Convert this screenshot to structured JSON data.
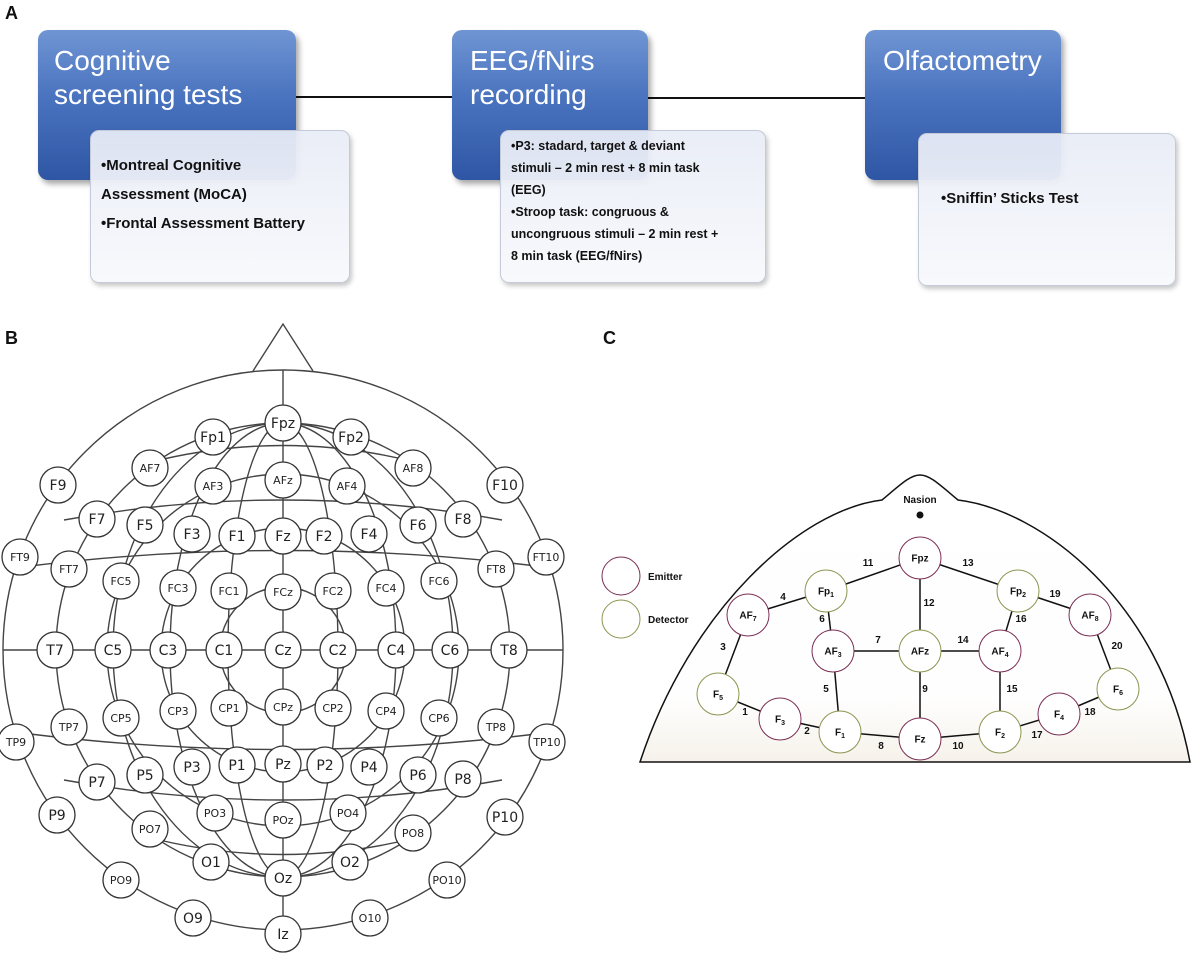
{
  "panels": {
    "a": "A",
    "b": "B",
    "c": "C"
  },
  "flow": [
    {
      "title": "Cognitive screening tests",
      "items": [
        "•Montreal Cognitive",
        "Assessment (MoCA)",
        "•Frontal Assessment Battery"
      ]
    },
    {
      "title": "EEG/fNirs recording",
      "items": [
        "•P3: stadard, target & deviant",
        "stimuli – 2 min rest + 8 min task",
        "(EEG)",
        "•Stroop task: congruous &",
        "uncongruous stimuli – 2 min rest +",
        "8 min task (EEG/fNirs)"
      ]
    },
    {
      "title": "Olfactometry",
      "items": [
        "•Sniffin’ Sticks Test"
      ]
    }
  ],
  "eeg": {
    "electrodes": [
      "Fp1",
      "Fpz",
      "Fp2",
      "AF7",
      "AF3",
      "AFz",
      "AF4",
      "AF8",
      "F9",
      "F7",
      "F5",
      "F3",
      "F1",
      "Fz",
      "F2",
      "F4",
      "F6",
      "F8",
      "F10",
      "FT9",
      "FT7",
      "FC5",
      "FC3",
      "FC1",
      "FCz",
      "FC2",
      "FC4",
      "FC6",
      "FT8",
      "FT10",
      "T7",
      "C5",
      "C3",
      "C1",
      "Cz",
      "C2",
      "C4",
      "C6",
      "T8",
      "TP9",
      "TP7",
      "CP5",
      "CP3",
      "CP1",
      "CPz",
      "CP2",
      "CP4",
      "CP6",
      "TP8",
      "TP10",
      "P9",
      "P7",
      "P5",
      "P3",
      "P1",
      "Pz",
      "P2",
      "P4",
      "P6",
      "P8",
      "P10",
      "PO7",
      "PO3",
      "POz",
      "PO4",
      "PO8",
      "PO9",
      "O1",
      "Oz",
      "O2",
      "PO10",
      "O9",
      "Iz",
      "O10"
    ]
  },
  "fnirs": {
    "nasion_label": "Nasion",
    "legend": [
      {
        "label": "Emitter",
        "color": "#7a2e54"
      },
      {
        "label": "Detector",
        "color": "#8c9550"
      }
    ],
    "optodes": [
      {
        "base": "Fpz",
        "sub": "",
        "role": "emitter"
      },
      {
        "base": "Fp",
        "sub": "1",
        "role": "detector"
      },
      {
        "base": "Fp",
        "sub": "2",
        "role": "detector"
      },
      {
        "base": "AF",
        "sub": "7",
        "role": "emitter"
      },
      {
        "base": "AF",
        "sub": "8",
        "role": "emitter"
      },
      {
        "base": "AF",
        "sub": "3",
        "role": "emitter"
      },
      {
        "base": "AFz",
        "sub": "",
        "role": "detector"
      },
      {
        "base": "AF",
        "sub": "4",
        "role": "emitter"
      },
      {
        "base": "F",
        "sub": "5",
        "role": "detector"
      },
      {
        "base": "F",
        "sub": "6",
        "role": "detector"
      },
      {
        "base": "F",
        "sub": "3",
        "role": "emitter"
      },
      {
        "base": "F",
        "sub": "1",
        "role": "detector"
      },
      {
        "base": "Fz",
        "sub": "",
        "role": "emitter"
      },
      {
        "base": "F",
        "sub": "2",
        "role": "detector"
      },
      {
        "base": "F",
        "sub": "4",
        "role": "emitter"
      }
    ],
    "channels": [
      "1",
      "2",
      "3",
      "4",
      "5",
      "6",
      "7",
      "8",
      "9",
      "10",
      "11",
      "12",
      "13",
      "14",
      "15",
      "16",
      "17",
      "18",
      "19",
      "20"
    ]
  }
}
